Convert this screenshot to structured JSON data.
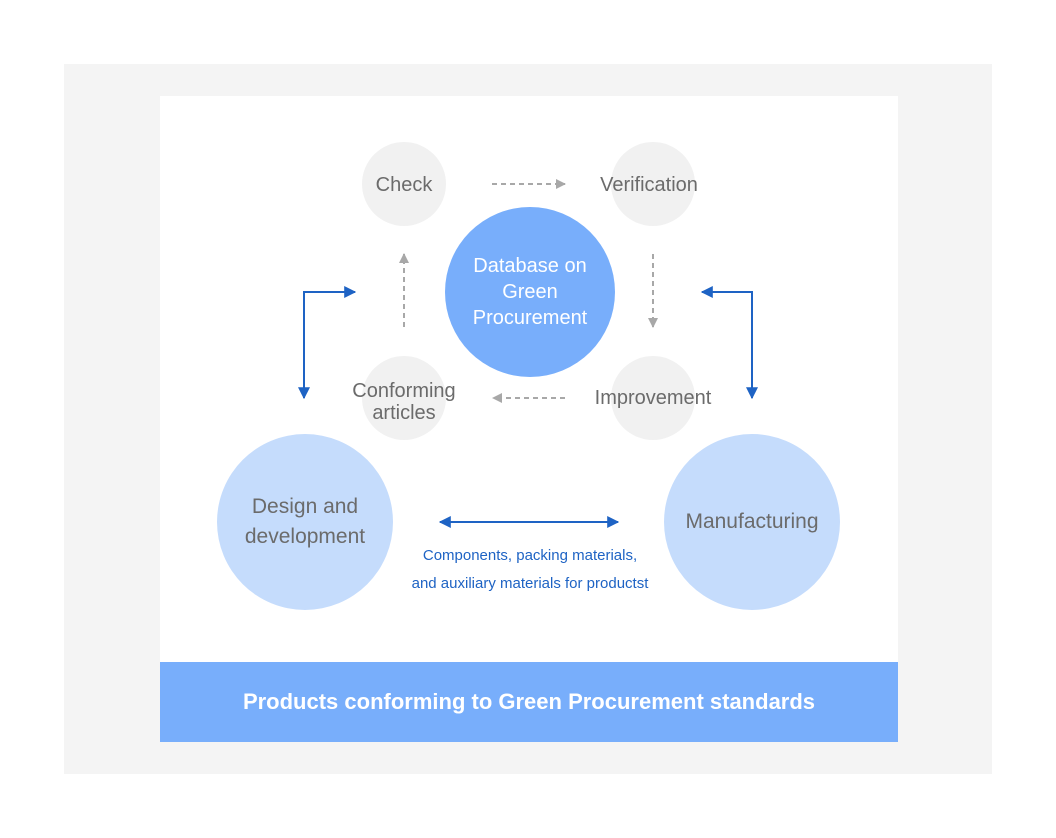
{
  "diagram": {
    "center": "Database on Green Procurement",
    "cycle": {
      "check": "Check",
      "verification": "Verification",
      "improvement": "Improvement",
      "conforming_line1": "Conforming",
      "conforming_line2": "articles"
    },
    "design_line1": "Design and",
    "design_line2": "development",
    "manufacturing": "Manufacturing",
    "flow_line1": "Components, packing materials,",
    "flow_line2": "and auxiliary materials for productst",
    "footer": "Products conforming to Green Procurement standards"
  },
  "colors": {
    "accent": "#78aefb",
    "light_accent": "#c5dcfc",
    "arrow_blue": "#1e63c4",
    "dashed_gray": "#a8a8a8"
  }
}
